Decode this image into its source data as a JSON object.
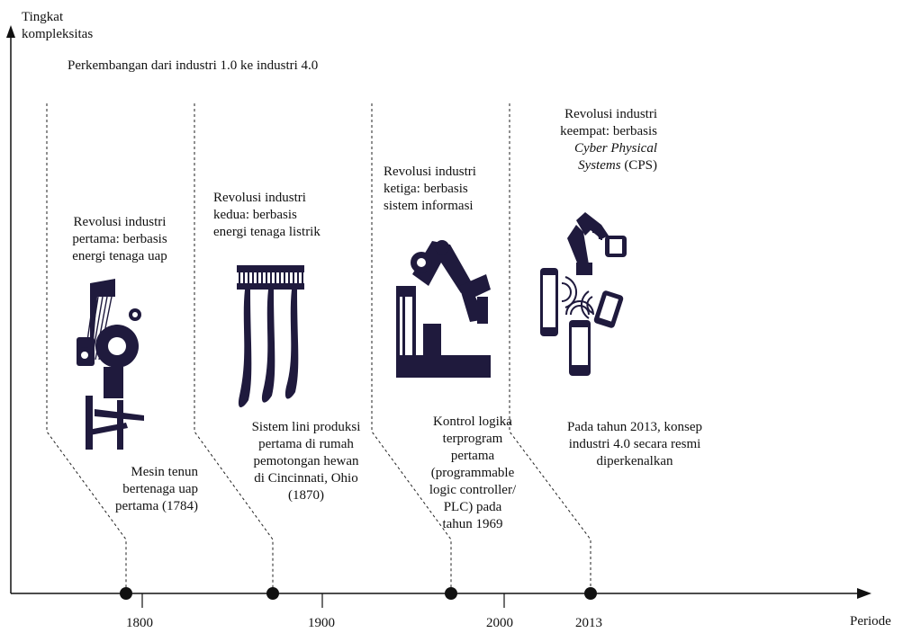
{
  "axis": {
    "y_label": [
      "Tingkat",
      "kompleksitas"
    ],
    "x_label": "Periode"
  },
  "title": "Perkembangan dari industri 1.0 ke industri 4.0",
  "years": [
    "1800",
    "1900",
    "2000",
    "2013"
  ],
  "revolutions": [
    {
      "heading": [
        "Revolusi industri",
        "pertama: berbasis",
        "energi tenaga uap"
      ],
      "icon": "steam-loom-icon",
      "milestone": [
        "Mesin tenun",
        "bertenaga uap",
        "pertama (1784)"
      ]
    },
    {
      "heading": [
        "Revolusi industri",
        "kedua: berbasis",
        "energi tenaga listrik"
      ],
      "icon": "assembly-line-icon",
      "milestone": [
        "Sistem lini produksi",
        "pertama di rumah",
        "pemotongan hewan",
        "di Cincinnati, Ohio",
        "(1870)"
      ]
    },
    {
      "heading": [
        "Revolusi industri",
        "ketiga: berbasis",
        "sistem informasi"
      ],
      "icon": "robot-arm-icon",
      "milestone": [
        "Kontrol logika",
        "terprogram",
        "pertama",
        "(programmable",
        "logic controller/",
        "PLC) pada",
        "tahun 1969"
      ]
    },
    {
      "heading_plain_1": "Revolusi industri",
      "heading_plain_2": "keempat: berbasis",
      "heading_italic_1": "Cyber Physical",
      "heading_italic_2": "Systems",
      "heading_suffix": " (CPS)",
      "icon": "cyber-physical-icon",
      "milestone": [
        "Pada tahun 2013, konsep",
        "industri 4.0 secara resmi",
        "diperkenalkan"
      ]
    }
  ],
  "colors": {
    "line": "#111111",
    "icon": "#1f1a3d"
  }
}
